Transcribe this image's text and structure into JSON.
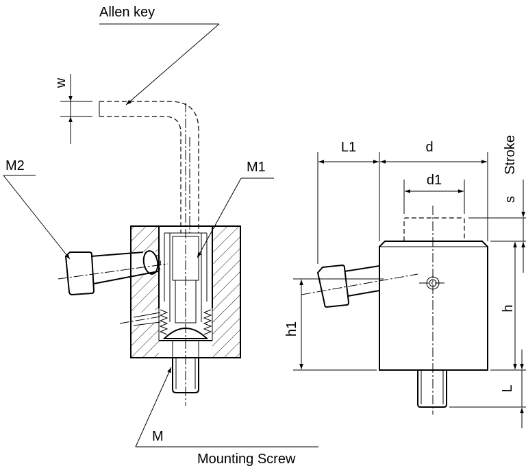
{
  "labels": {
    "allen_key": "Allen key",
    "w": "w",
    "m2": "M2",
    "m1": "M1",
    "m": "M",
    "mounting_screw": "Mounting Screw",
    "l1": "L1",
    "d": "d",
    "d1": "d1",
    "stroke": "Stroke",
    "s": "s",
    "h": "h",
    "h1": "h1",
    "l": "L"
  }
}
